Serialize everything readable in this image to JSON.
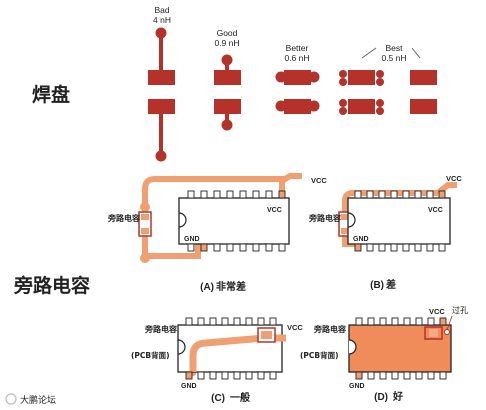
{
  "headings": {
    "pads": "焊盘",
    "bypass_caps": "旁路电容"
  },
  "pad_examples": [
    {
      "rating": "Bad",
      "inductance": "4 nH"
    },
    {
      "rating": "Good",
      "inductance": "0.9 nH"
    },
    {
      "rating": "Better",
      "inductance": "0.6 nH"
    },
    {
      "rating": "Best",
      "inductance": "0.5 nH"
    }
  ],
  "pin_labels": {
    "vcc": "VCC",
    "gnd": "GND"
  },
  "cap_label": "旁路电容",
  "pcb_back_note": "(PCB背面)",
  "via_label": "过孔",
  "layouts": [
    {
      "letter": "(A)",
      "caption": "非常差"
    },
    {
      "letter": "(B)",
      "caption": "差"
    },
    {
      "letter": "(C)",
      "caption": "一般"
    },
    {
      "letter": "(D)",
      "caption": "好"
    }
  ],
  "watermark": "大鹏论坛",
  "colors": {
    "pad": "#b5322a",
    "trace": "#f0a070",
    "plane": "#ef8c5a",
    "chip_outline": "#222222",
    "via_text": "#cc1f1f"
  }
}
